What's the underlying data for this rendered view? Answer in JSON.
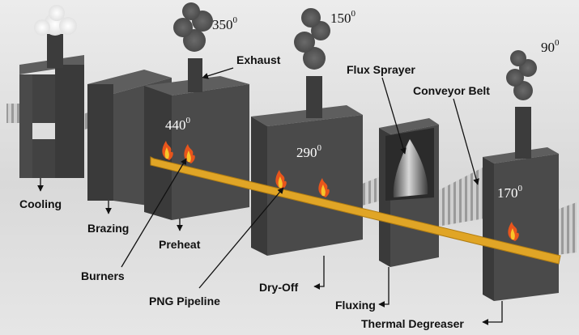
{
  "labels": {
    "cooling": "Cooling",
    "brazing": "Brazing",
    "preheat": "Preheat",
    "burners": "Burners",
    "png_pipeline": "PNG Pipeline",
    "dry_off": "Dry-Off",
    "fluxing": "Fluxing",
    "thermal_degreaser": "Thermal Degreaser",
    "exhaust": "Exhaust",
    "flux_sprayer": "Flux Sprayer",
    "conveyor_belt": "Conveyor Belt"
  },
  "temperatures": {
    "exhaust_preheat": {
      "value": "350",
      "sup": "0"
    },
    "exhaust_dryoff": {
      "value": "150",
      "sup": "0"
    },
    "exhaust_degreaser": {
      "value": "90",
      "sup": "0"
    },
    "preheat": {
      "value": "440",
      "sup": "0"
    },
    "dry_off": {
      "value": "290",
      "sup": "0"
    },
    "degreaser": {
      "value": "170",
      "sup": "0"
    }
  },
  "colors": {
    "chamber_front": "#4a4a4a",
    "chamber_side": "#3a3a3a",
    "chamber_top": "#5e5e5e",
    "pipeline": "#e0a526",
    "flame": "#e8551c",
    "smoke": "#5c5c5c",
    "belt": "#b9b9b9"
  }
}
